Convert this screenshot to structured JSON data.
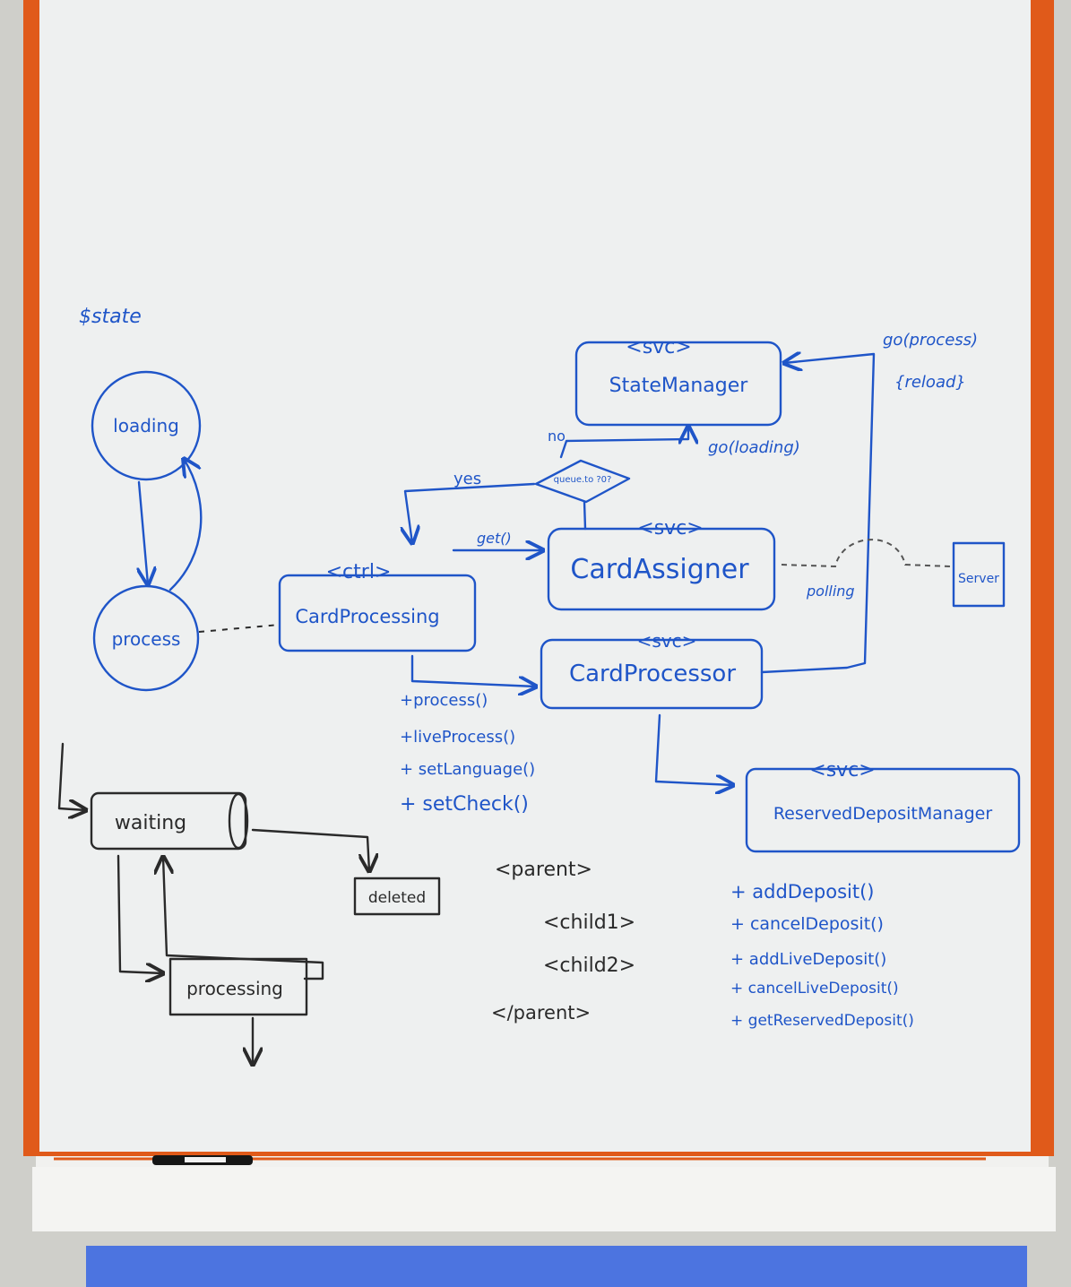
{
  "colors": {
    "ink_blue": "#1f55c8",
    "ink_black": "#2a2a2a",
    "board": "#eef0f0",
    "frame": "#e05a1a"
  },
  "state_label": "$state",
  "states": {
    "loading": "loading",
    "process": "process"
  },
  "svc_tag": "<svc>",
  "ctrl_tag": "<ctrl>",
  "classes": {
    "state_manager": "StateManager",
    "card_assigner": "CardAssigner",
    "card_processing": "CardProcessing",
    "card_processor": "CardProcessor",
    "reserved_deposit_manager": "ReservedDepositManager",
    "server": "Server"
  },
  "edges": {
    "go_process": "go(process)",
    "reload": "{reload}",
    "go_loading": "go(loading)",
    "no": "no",
    "yes": "yes",
    "decision": "queue.to ?0?",
    "get": "get()",
    "polling": "polling"
  },
  "card_processing_methods": [
    "+process()",
    "+liveProcess()",
    "+ setLanguage()",
    "+ setCheck()"
  ],
  "deposit_methods": [
    "+ addDeposit()",
    "+ cancelDeposit()",
    "+ addLiveDeposit()",
    "+ cancelLiveDeposit()",
    "+ getReservedDeposit()"
  ],
  "lifecycle": {
    "waiting": "waiting",
    "deleted": "deleted",
    "processing": "processing"
  },
  "markup": {
    "parent_open": "<parent>",
    "child1": "<child1>",
    "child2": "<child2>",
    "parent_close": "</parent>"
  }
}
